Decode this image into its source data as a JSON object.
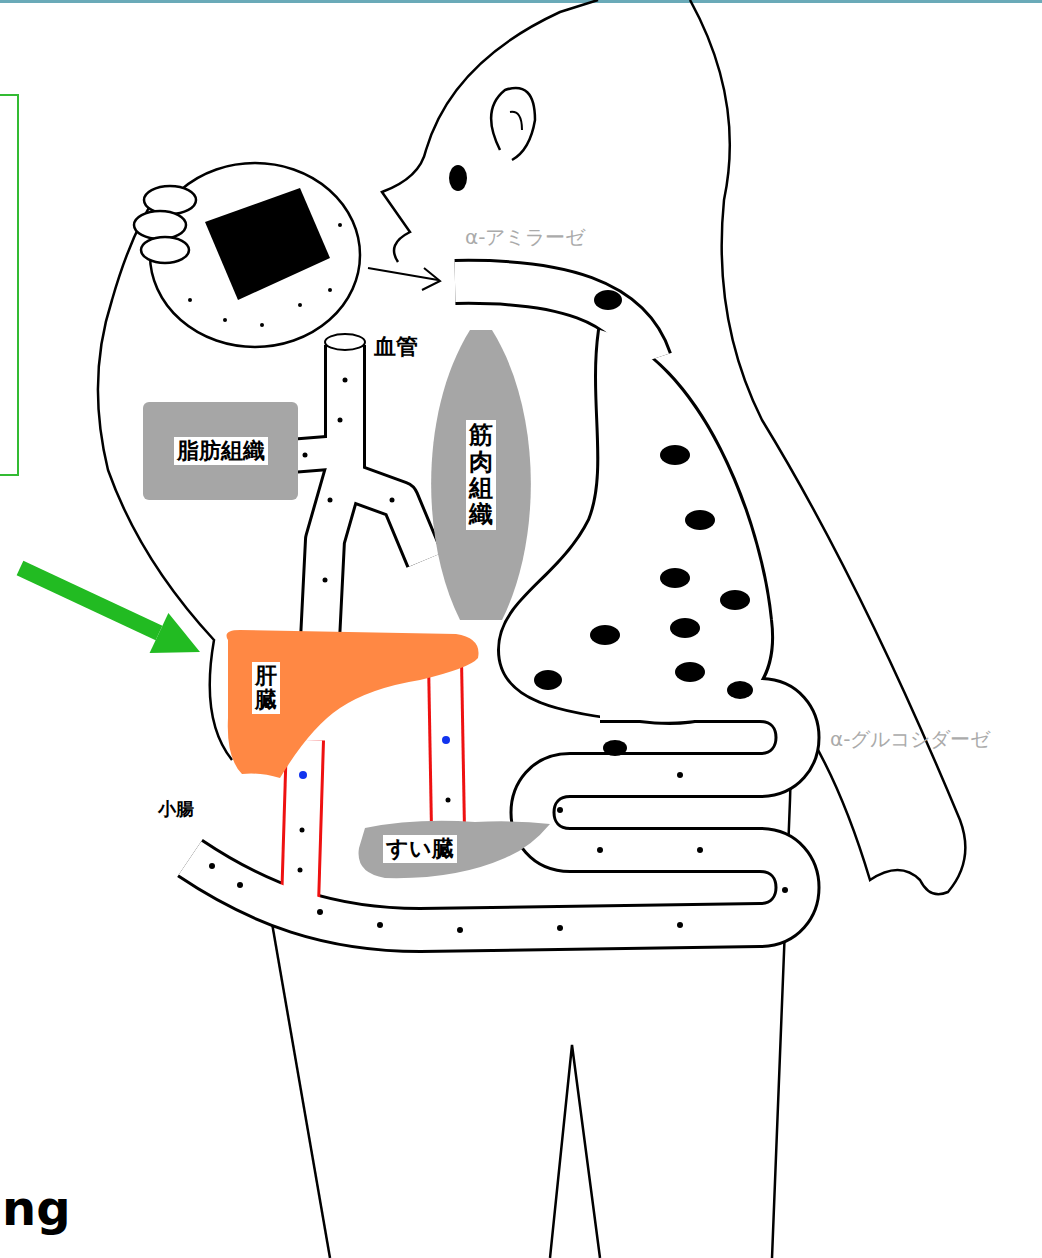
{
  "diagram": {
    "nodes": [
      {
        "text": [
          "脂肪組織"
        ]
      },
      {
        "text": [
          "筋肉組織"
        ]
      },
      {
        "text": [
          "肝臓"
        ]
      },
      {
        "text": [
          "すい臓"
        ]
      }
    ],
    "labels": [
      "α-アミラーゼ",
      "血管",
      "α-グルコシダーゼ",
      "小腸",
      "ng"
    ]
  }
}
